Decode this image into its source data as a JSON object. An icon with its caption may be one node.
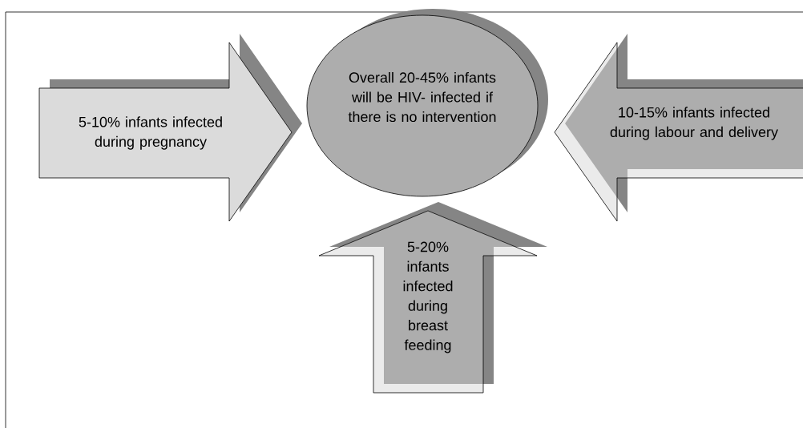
{
  "diagram": {
    "nodes": [
      {
        "text": [
          "Overall 20-45% infants will be HIV- infected if there is no intervention"
        ]
      },
      {
        "text": [
          "5-10% infants infected during pregnancy"
        ]
      },
      {
        "text": [
          "10-15% infants infected during labour and delivery"
        ]
      },
      {
        "text": [
          "5-20% infants infected during breast feeding"
        ]
      }
    ]
  }
}
